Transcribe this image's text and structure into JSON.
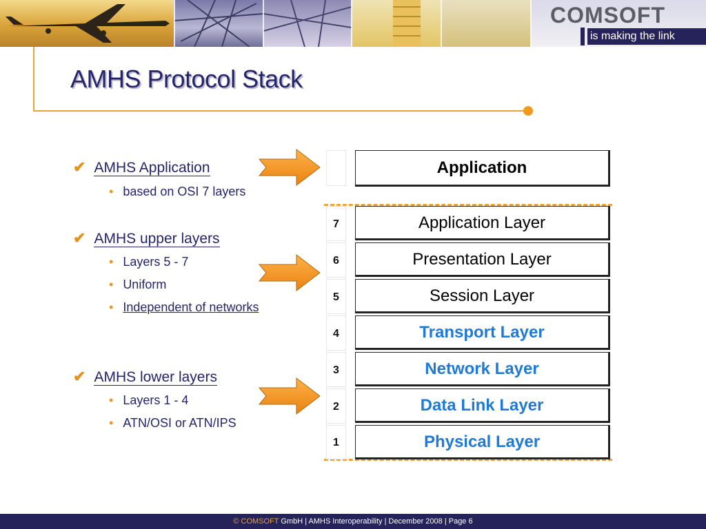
{
  "header": {
    "logo_word": "COMSOFT",
    "logo_tagline": "is making the link"
  },
  "title": "AMHS Protocol Stack",
  "bullets": [
    {
      "label": "AMHS Application",
      "subitems": [
        "based on OSI 7 layers"
      ]
    },
    {
      "label": "AMHS upper layers",
      "subitems": [
        "Layers 5 - 7",
        "Uniform",
        "Independent of networks"
      ]
    },
    {
      "label": "AMHS lower layers",
      "subitems": [
        "Layers 1 - 4",
        "ATN/OSI or ATN/IPS"
      ]
    }
  ],
  "stack": {
    "application_box": "Application",
    "layers": [
      {
        "number": "7",
        "name": "Application Layer",
        "color": "#000000"
      },
      {
        "number": "6",
        "name": "Presentation Layer",
        "color": "#000000"
      },
      {
        "number": "5",
        "name": "Session Layer",
        "color": "#000000"
      },
      {
        "number": "4",
        "name": "Transport Layer",
        "color": "#1e7ad6"
      },
      {
        "number": "3",
        "name": "Network Layer",
        "color": "#1e7ad6"
      },
      {
        "number": "2",
        "name": "Data Link Layer",
        "color": "#1e7ad6"
      },
      {
        "number": "1",
        "name": "Physical Layer",
        "color": "#1e7ad6"
      }
    ]
  },
  "footer": {
    "brand": "© COMSOFT",
    "text": " GmbH | AMHS Interoperability | December 2008 | Page 6"
  },
  "colors": {
    "navy": "#25246b",
    "accent_orange": "#f29a1e",
    "layer_blue": "#1e7ad6"
  }
}
